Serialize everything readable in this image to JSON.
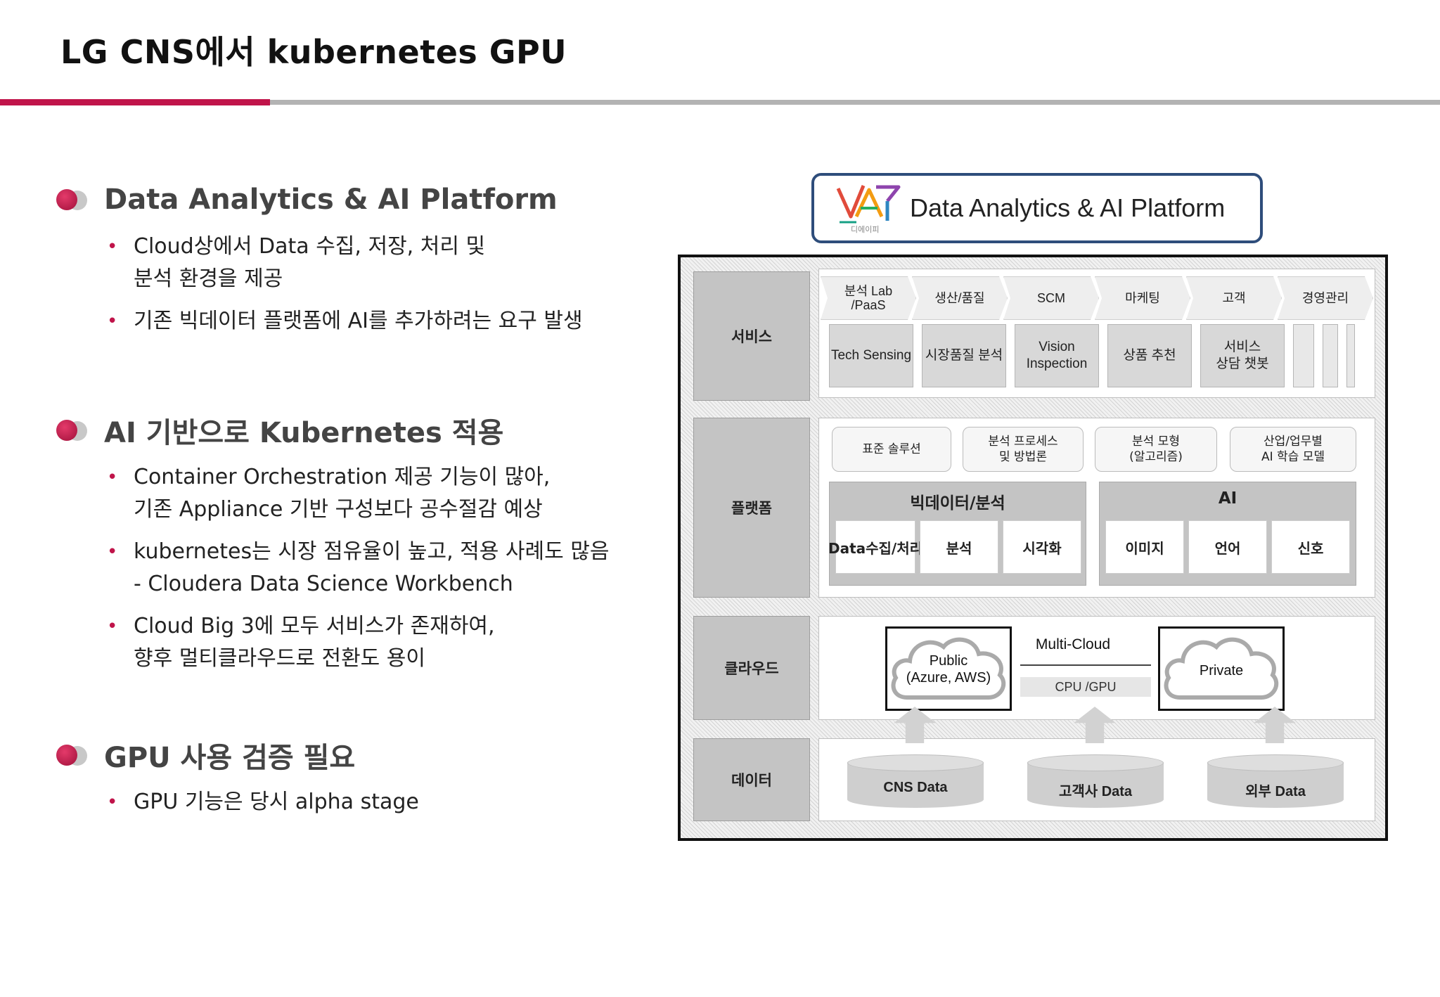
{
  "page": {
    "title": "LG CNS에서 kubernetes GPU"
  },
  "colors": {
    "accent": "#c0144a",
    "rule": "#b3b3b3",
    "frame_border": "#2e4d7b"
  },
  "sections": [
    {
      "title": "Data Analytics & AI Platform",
      "bullets": [
        {
          "lines": [
            "Cloud상에서 Data 수집, 저장, 처리 및",
            "분석 환경을 제공"
          ]
        },
        {
          "lines": [
            "기존 빅데이터 플랫폼에 AI를 추가하려는 요구 발생"
          ]
        }
      ]
    },
    {
      "title": "AI 기반으로 Kubernetes 적용",
      "bullets": [
        {
          "lines": [
            "Container Orchestration 제공 기능이 많아,",
            "기존 Appliance 기반 구성보다 공수절감 예상"
          ]
        },
        {
          "lines": [
            "kubernetes는 시장 점유율이 높고, 적용 사례도 많음",
            "- Cloudera Data Science Workbench"
          ]
        },
        {
          "lines": [
            "Cloud Big 3에 모두 서비스가 존재하여,",
            "향후 멀티클라우드로 전환도 용이"
          ]
        }
      ]
    },
    {
      "title": "GPU 사용 검증 필요",
      "bullets": [
        {
          "lines": [
            "GPU 기능은 당시 alpha stage"
          ]
        }
      ]
    }
  ],
  "diagram": {
    "logo": {
      "title": "Data Analytics & AI Platform",
      "sub": "디에이피"
    },
    "rows": {
      "service": {
        "label": "서비스",
        "categories": [
          {
            "lines": [
              "분석 Lab",
              "/PaaS"
            ]
          },
          {
            "lines": [
              "생산/품질"
            ]
          },
          {
            "lines": [
              "SCM"
            ]
          },
          {
            "lines": [
              "마케팅"
            ]
          },
          {
            "lines": [
              "고객"
            ]
          },
          {
            "lines": [
              "경영관리"
            ]
          }
        ],
        "items": [
          {
            "lines": [
              "Tech Sensing"
            ]
          },
          {
            "lines": [
              "시장품질 분석"
            ]
          },
          {
            "lines": [
              "Vision Inspection"
            ]
          },
          {
            "lines": [
              "상품 추천"
            ]
          },
          {
            "lines": [
              "서비스",
              "상담 챗봇"
            ]
          }
        ]
      },
      "platform": {
        "label": "플랫폼",
        "top": [
          {
            "lines": [
              "표준 솔루션"
            ]
          },
          {
            "lines": [
              "분석 프로세스",
              "및 방법론"
            ]
          },
          {
            "lines": [
              "분석 모형",
              "(알고리즘)"
            ]
          },
          {
            "lines": [
              "산업/업무별",
              "AI 학습 모델"
            ]
          }
        ],
        "bigdata": {
          "title": "빅데이터/분석",
          "cells": [
            "Data수집/처리",
            "분석",
            "시각화"
          ]
        },
        "ai": {
          "title": "AI",
          "cells": [
            "이미지",
            "언어",
            "신호"
          ]
        }
      },
      "cloud": {
        "label": "클라우드",
        "public": {
          "lines": [
            "Public",
            "(Azure, AWS)"
          ]
        },
        "multi_cloud": "Multi-Cloud",
        "cpu_gpu": "CPU /GPU",
        "private": "Private"
      },
      "data": {
        "label": "데이터",
        "stores": [
          "CNS Data",
          "고객사 Data",
          "외부 Data"
        ]
      }
    }
  }
}
